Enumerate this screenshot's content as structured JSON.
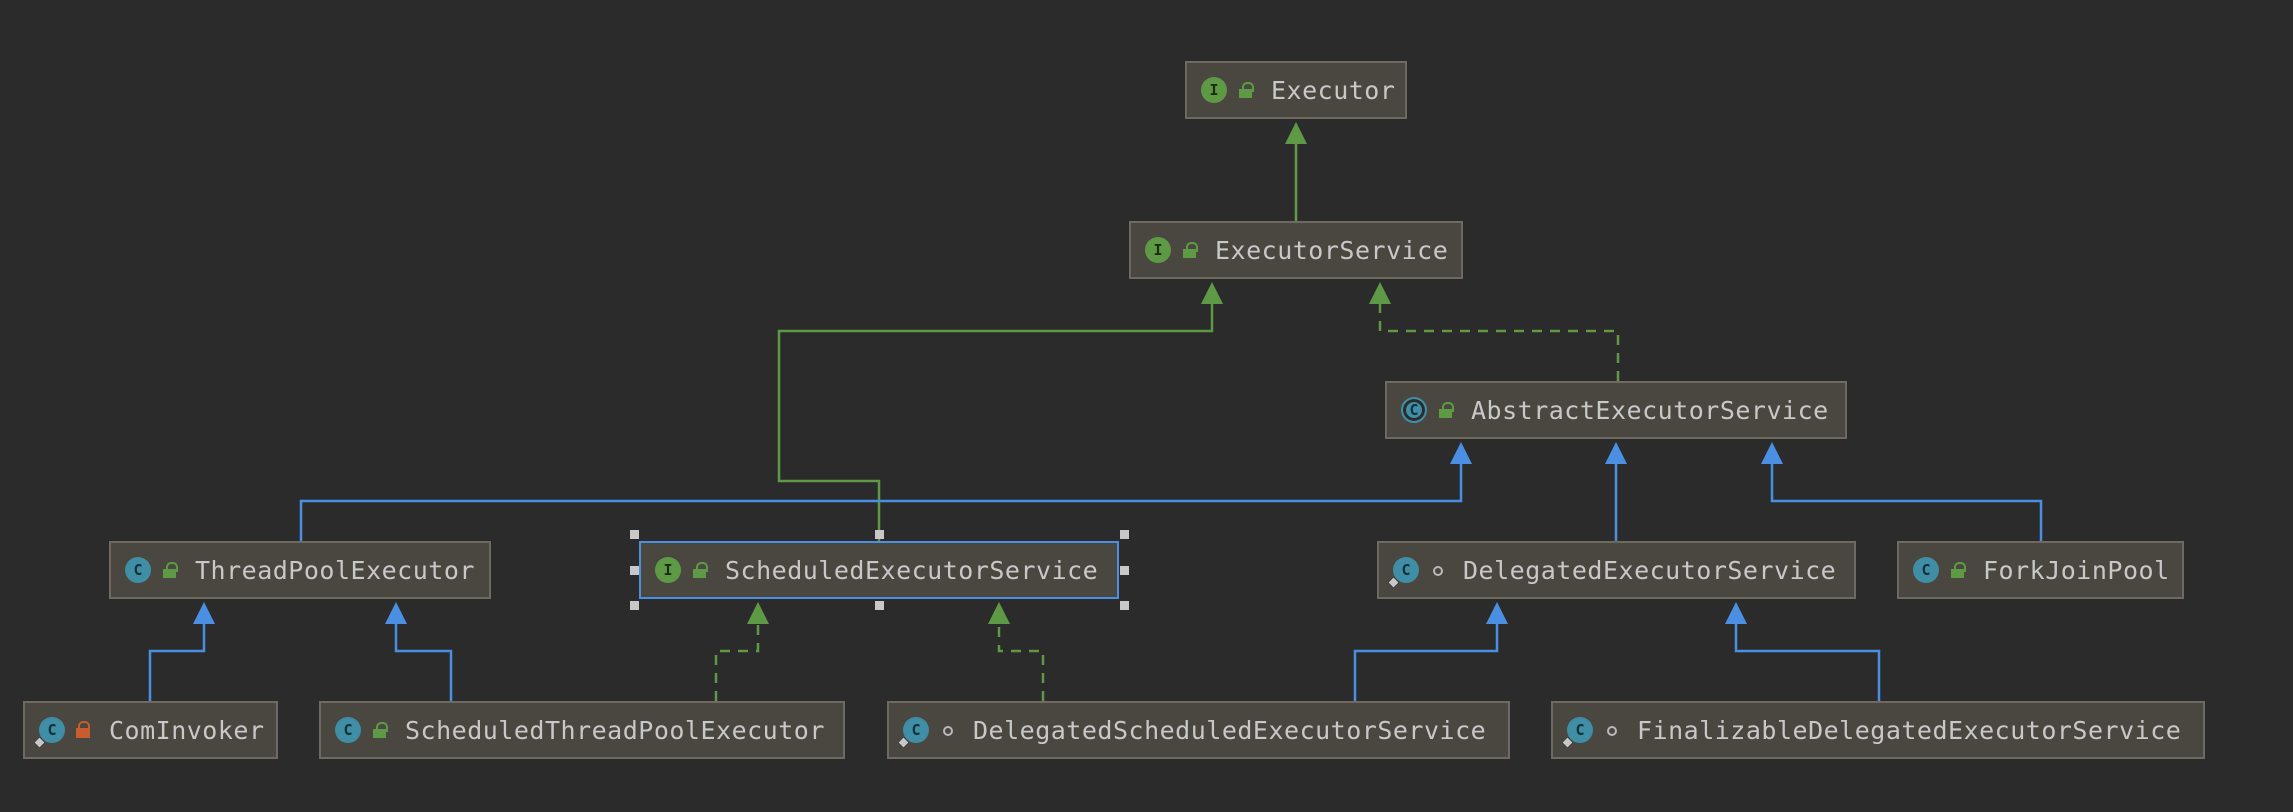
{
  "diagram": {
    "nodes": [
      {
        "id": "executor",
        "label": "Executor",
        "kind": "interface",
        "visibility": "public",
        "selected": false
      },
      {
        "id": "executor-service",
        "label": "ExecutorService",
        "kind": "interface",
        "visibility": "public",
        "selected": false
      },
      {
        "id": "abstract-executor-service",
        "label": "AbstractExecutorService",
        "kind": "abstract-class",
        "visibility": "public",
        "selected": false
      },
      {
        "id": "thread-pool-executor",
        "label": "ThreadPoolExecutor",
        "kind": "class",
        "visibility": "public",
        "selected": false
      },
      {
        "id": "scheduled-executor-service",
        "label": "ScheduledExecutorService",
        "kind": "interface",
        "visibility": "public",
        "selected": true
      },
      {
        "id": "delegated-executor-service",
        "label": "DelegatedExecutorService",
        "kind": "class",
        "visibility": "package",
        "static": true,
        "selected": false
      },
      {
        "id": "fork-join-pool",
        "label": "ForkJoinPool",
        "kind": "class",
        "visibility": "public",
        "selected": false
      },
      {
        "id": "com-invoker",
        "label": "ComInvoker",
        "kind": "class",
        "visibility": "private",
        "static": true,
        "selected": false
      },
      {
        "id": "scheduled-thread-pool-executor",
        "label": "ScheduledThreadPoolExecutor",
        "kind": "class",
        "visibility": "public",
        "selected": false
      },
      {
        "id": "delegated-scheduled-executor-service",
        "label": "DelegatedScheduledExecutorService",
        "kind": "class",
        "visibility": "package",
        "static": true,
        "selected": false
      },
      {
        "id": "finalizable-delegated-executor-service",
        "label": "FinalizableDelegatedExecutorService",
        "kind": "class",
        "visibility": "package",
        "static": true,
        "selected": false
      }
    ],
    "edges": [
      {
        "from": "executor-service",
        "to": "executor",
        "type": "interface-extends"
      },
      {
        "from": "scheduled-executor-service",
        "to": "executor-service",
        "type": "interface-extends"
      },
      {
        "from": "abstract-executor-service",
        "to": "executor-service",
        "type": "implements"
      },
      {
        "from": "thread-pool-executor",
        "to": "abstract-executor-service",
        "type": "extends"
      },
      {
        "from": "delegated-executor-service",
        "to": "abstract-executor-service",
        "type": "extends"
      },
      {
        "from": "fork-join-pool",
        "to": "abstract-executor-service",
        "type": "extends"
      },
      {
        "from": "com-invoker",
        "to": "thread-pool-executor",
        "type": "extends"
      },
      {
        "from": "scheduled-thread-pool-executor",
        "to": "thread-pool-executor",
        "type": "extends"
      },
      {
        "from": "scheduled-thread-pool-executor",
        "to": "scheduled-executor-service",
        "type": "implements"
      },
      {
        "from": "delegated-scheduled-executor-service",
        "to": "scheduled-executor-service",
        "type": "implements"
      },
      {
        "from": "delegated-scheduled-executor-service",
        "to": "delegated-executor-service",
        "type": "extends"
      },
      {
        "from": "finalizable-delegated-executor-service",
        "to": "delegated-executor-service",
        "type": "extends"
      }
    ]
  },
  "colors": {
    "background": "#2b2b2b",
    "node_fill": "#4a4741",
    "node_border": "#6e6a62",
    "selected_border": "#4b8fe2",
    "interface_edge": "#5e9a45",
    "class_edge": "#4b8fe2",
    "text": "#c8c8c8"
  },
  "icons": {
    "interface": "interface-icon",
    "class": "class-icon",
    "abstract-class": "abstract-class-icon",
    "public": "public-lock-icon",
    "private": "private-lock-icon",
    "package": "package-visibility-icon"
  }
}
